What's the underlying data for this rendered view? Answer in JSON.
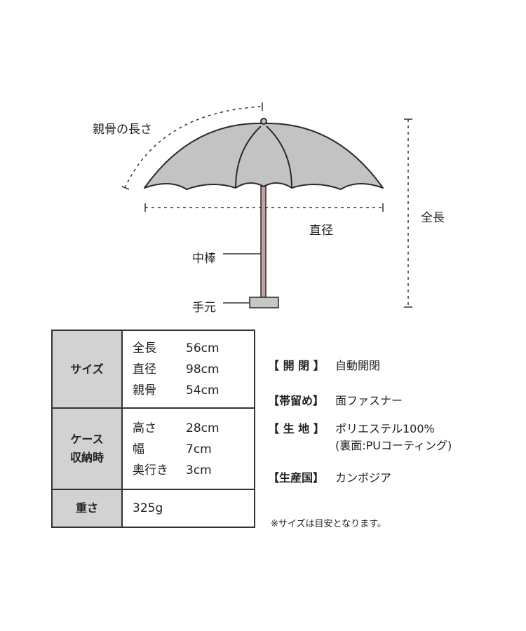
{
  "diagram": {
    "labels": {
      "rib": "親骨の長さ",
      "diameter": "直径",
      "length": "全長",
      "shaft": "中棒",
      "handle": "手元"
    },
    "colors": {
      "canopy": "#c3c3c3",
      "shaft": "#c0a2a4",
      "handle": "#c8c6c1",
      "outline": "#2a2a2a"
    }
  },
  "spec_table": {
    "size": {
      "header": "サイズ",
      "rows": [
        {
          "label": "全長",
          "value": "56cm"
        },
        {
          "label": "直径",
          "value": "98cm"
        },
        {
          "label": "親骨",
          "value": "54cm"
        }
      ]
    },
    "case": {
      "header_line1": "ケース",
      "header_line2": "収納時",
      "rows": [
        {
          "label": "高さ",
          "value": "28cm"
        },
        {
          "label": "幅",
          "value": "7cm"
        },
        {
          "label": "奥行き",
          "value": "3cm"
        }
      ]
    },
    "weight": {
      "header": "重さ",
      "value": "325g"
    }
  },
  "info": [
    {
      "key": "【 開  閉 】",
      "value": "自動開閉"
    },
    {
      "key": "【帯留め】",
      "value": "面ファスナー"
    },
    {
      "key": "【 生  地 】",
      "value": "ポリエステル100%",
      "value2": "(裏面:PUコーティング)"
    },
    {
      "key": "【生産国】",
      "value": "カンボジア"
    }
  ],
  "note": "※サイズは目安となります。"
}
